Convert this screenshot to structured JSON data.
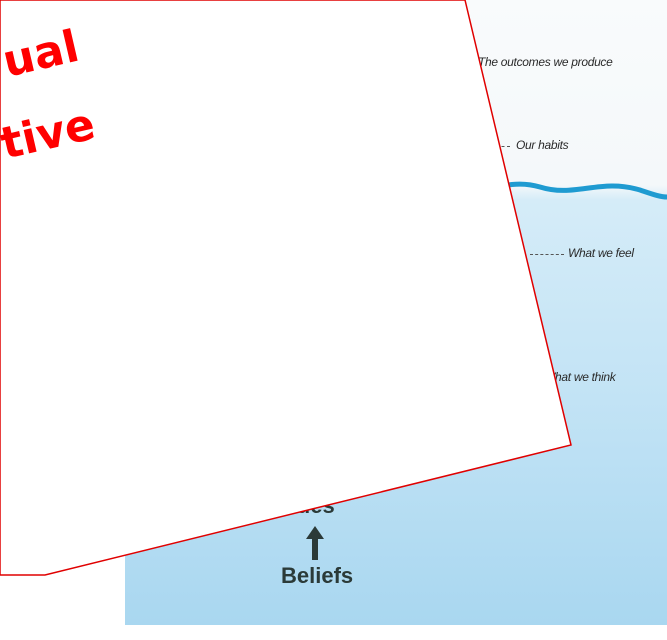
{
  "diagram": {
    "labels": {
      "outcomes": "The outcomes we produce",
      "habits": "Our habits",
      "feel": "What we feel",
      "think": "What we think"
    },
    "bottom": {
      "values_partial": "Values",
      "beliefs": "Beliefs"
    }
  },
  "overlay": {
    "line1_partial": "ual",
    "line2_partial": "tive"
  },
  "colors": {
    "water_top": "#d5ecf8",
    "water_bottom": "#a9d7f0",
    "wave": "#1f9bd1",
    "accent_red": "#ff0000",
    "label_text": "#2a2a2a",
    "heading_text": "#2b3a38"
  }
}
